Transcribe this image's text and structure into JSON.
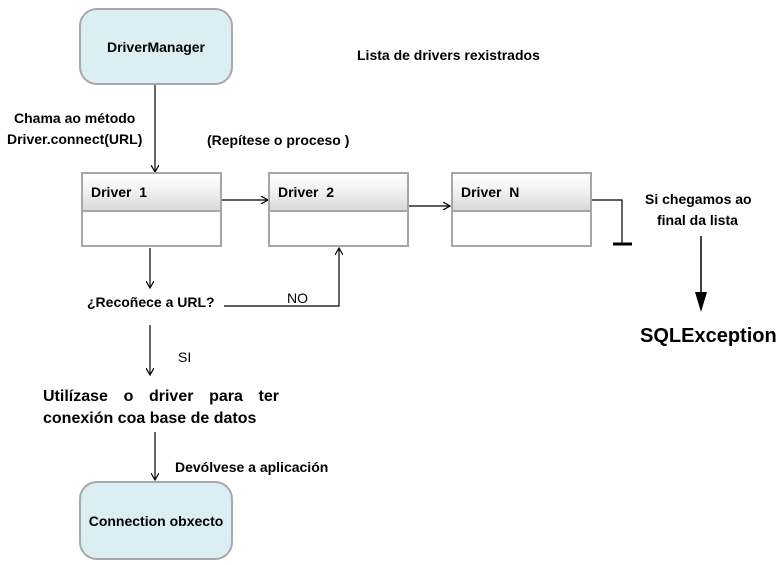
{
  "start_node": {
    "label": "DriverManager"
  },
  "title": "Lista de drivers rexistrados",
  "call_label": {
    "line1": "Chama ao método",
    "line2": "Driver.connect(URL)"
  },
  "repeat_label": "(Repítese o proceso )",
  "drivers": [
    {
      "label": "Driver  1"
    },
    {
      "label": "Driver  2"
    },
    {
      "label": "Driver  N"
    }
  ],
  "end_of_list": {
    "line1": "Si chegamos ao",
    "line2": "final da lista"
  },
  "exception": "SQLException",
  "decision": "¿Recoñece a URL?",
  "no_label": "NO",
  "yes_label": "SI",
  "use_driver": {
    "line1": "Utilízase  o  driver  para  ter",
    "line2": "conexión coa base de datos"
  },
  "return_label": "Devólvese a aplicación",
  "end_node": {
    "label": "Connection obxecto"
  }
}
